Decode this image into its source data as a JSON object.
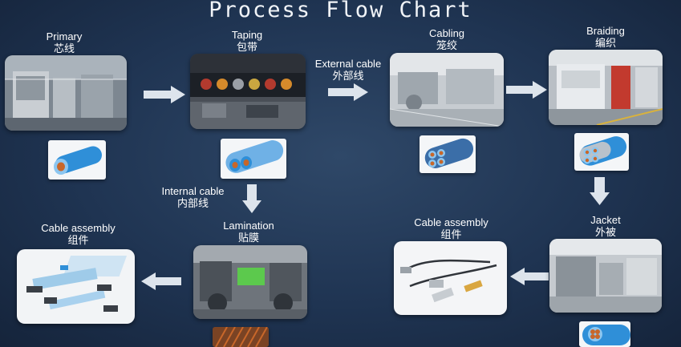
{
  "title": "Process Flow Chart",
  "steps": {
    "primary": {
      "en": "Primary",
      "zh": "芯线"
    },
    "taping": {
      "en": "Taping",
      "zh": "包带"
    },
    "cabling": {
      "en": "Cabling",
      "zh": "笼绞"
    },
    "braiding": {
      "en": "Braiding",
      "zh": "编织"
    },
    "jacket": {
      "en": "Jacket",
      "zh": "外被"
    },
    "assembly_right": {
      "en": "Cable assembly",
      "zh": "组件"
    },
    "lamination": {
      "en": "Lamination",
      "zh": "贴膜"
    },
    "assembly_left": {
      "en": "Cable assembly",
      "zh": "组件"
    }
  },
  "branches": {
    "external": {
      "en": "External cable",
      "zh": "外部线"
    },
    "internal": {
      "en": "Internal cable",
      "zh": "内部线"
    }
  },
  "colors": {
    "arrow": "#dde4ec",
    "cable_blue": "#2f8fd8",
    "copper": "#c8672a"
  }
}
